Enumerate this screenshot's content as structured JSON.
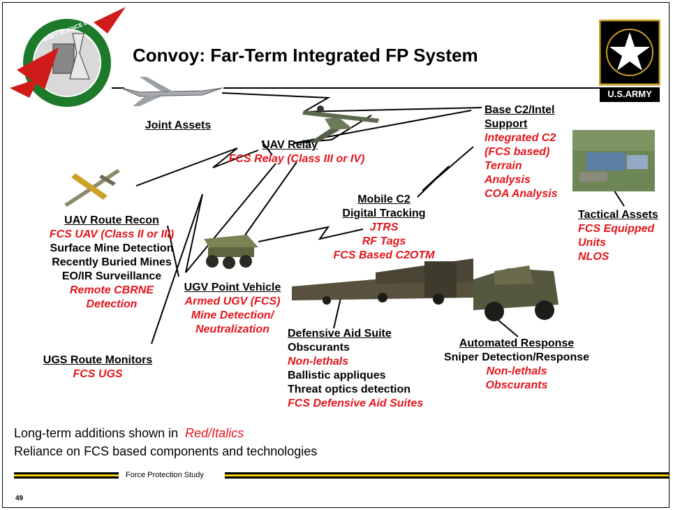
{
  "title": "Convoy: Far-Term Integrated FP System",
  "board_logo_text": "ARMY SCIENCE BOARD",
  "army_logo_text": "U.S.ARMY",
  "joint_assets": {
    "heading": "Joint Assets"
  },
  "uav_relay": {
    "heading": "UAV Relay",
    "items": [
      "FCS Relay (Class III or IV)"
    ]
  },
  "base_c2": {
    "heading_1": "Base C2/Intel",
    "heading_2": "Support",
    "items": [
      "Integrated C2",
      "(FCS based)",
      "Terrain",
      "Analysis",
      "COA Analysis"
    ]
  },
  "tactical_assets": {
    "heading": "Tactical Assets",
    "items": [
      "FCS Equipped",
      "Units",
      "NLOS"
    ]
  },
  "mobile_c2": {
    "heading_1": "Mobile C2",
    "heading_2": "Digital Tracking",
    "items": [
      "JTRS",
      "RF Tags",
      "FCS Based C2OTM"
    ]
  },
  "uav_route_recon": {
    "heading": "UAV Route Recon",
    "items": [
      "FCS UAV (Class II or III)",
      "Surface Mine Detection",
      "Recently Buried Mines",
      "EO/IR Surveillance",
      "Remote CBRNE",
      "Detection"
    ]
  },
  "ugv_point": {
    "heading": "UGV Point Vehicle",
    "items": [
      "Armed UGV (FCS)",
      "Mine Detection/",
      "Neutralization"
    ]
  },
  "ugs_route": {
    "heading": "UGS Route Monitors",
    "items": [
      "FCS UGS"
    ]
  },
  "defensive_aid": {
    "heading": "Defensive Aid Suite",
    "items": [
      "Obscurants",
      "Non-lethals",
      "Ballistic appliques",
      "Threat optics detection",
      "FCS Defensive Aid Suites"
    ]
  },
  "automated_response": {
    "heading": "Automated Response",
    "items": [
      "Sniper Detection/Response",
      "Non-lethals",
      "Obscurants"
    ]
  },
  "footer": {
    "note_prefix": "Long-term additions shown in",
    "note_highlight": "Red/Italics",
    "note_2": "Reliance on FCS based components and technologies",
    "study_label": "Force Protection Study",
    "page_number": "49"
  },
  "colors": {
    "accent_red": "#e4141b",
    "band_gold": "#f3cf0e",
    "army_black": "#000000"
  }
}
